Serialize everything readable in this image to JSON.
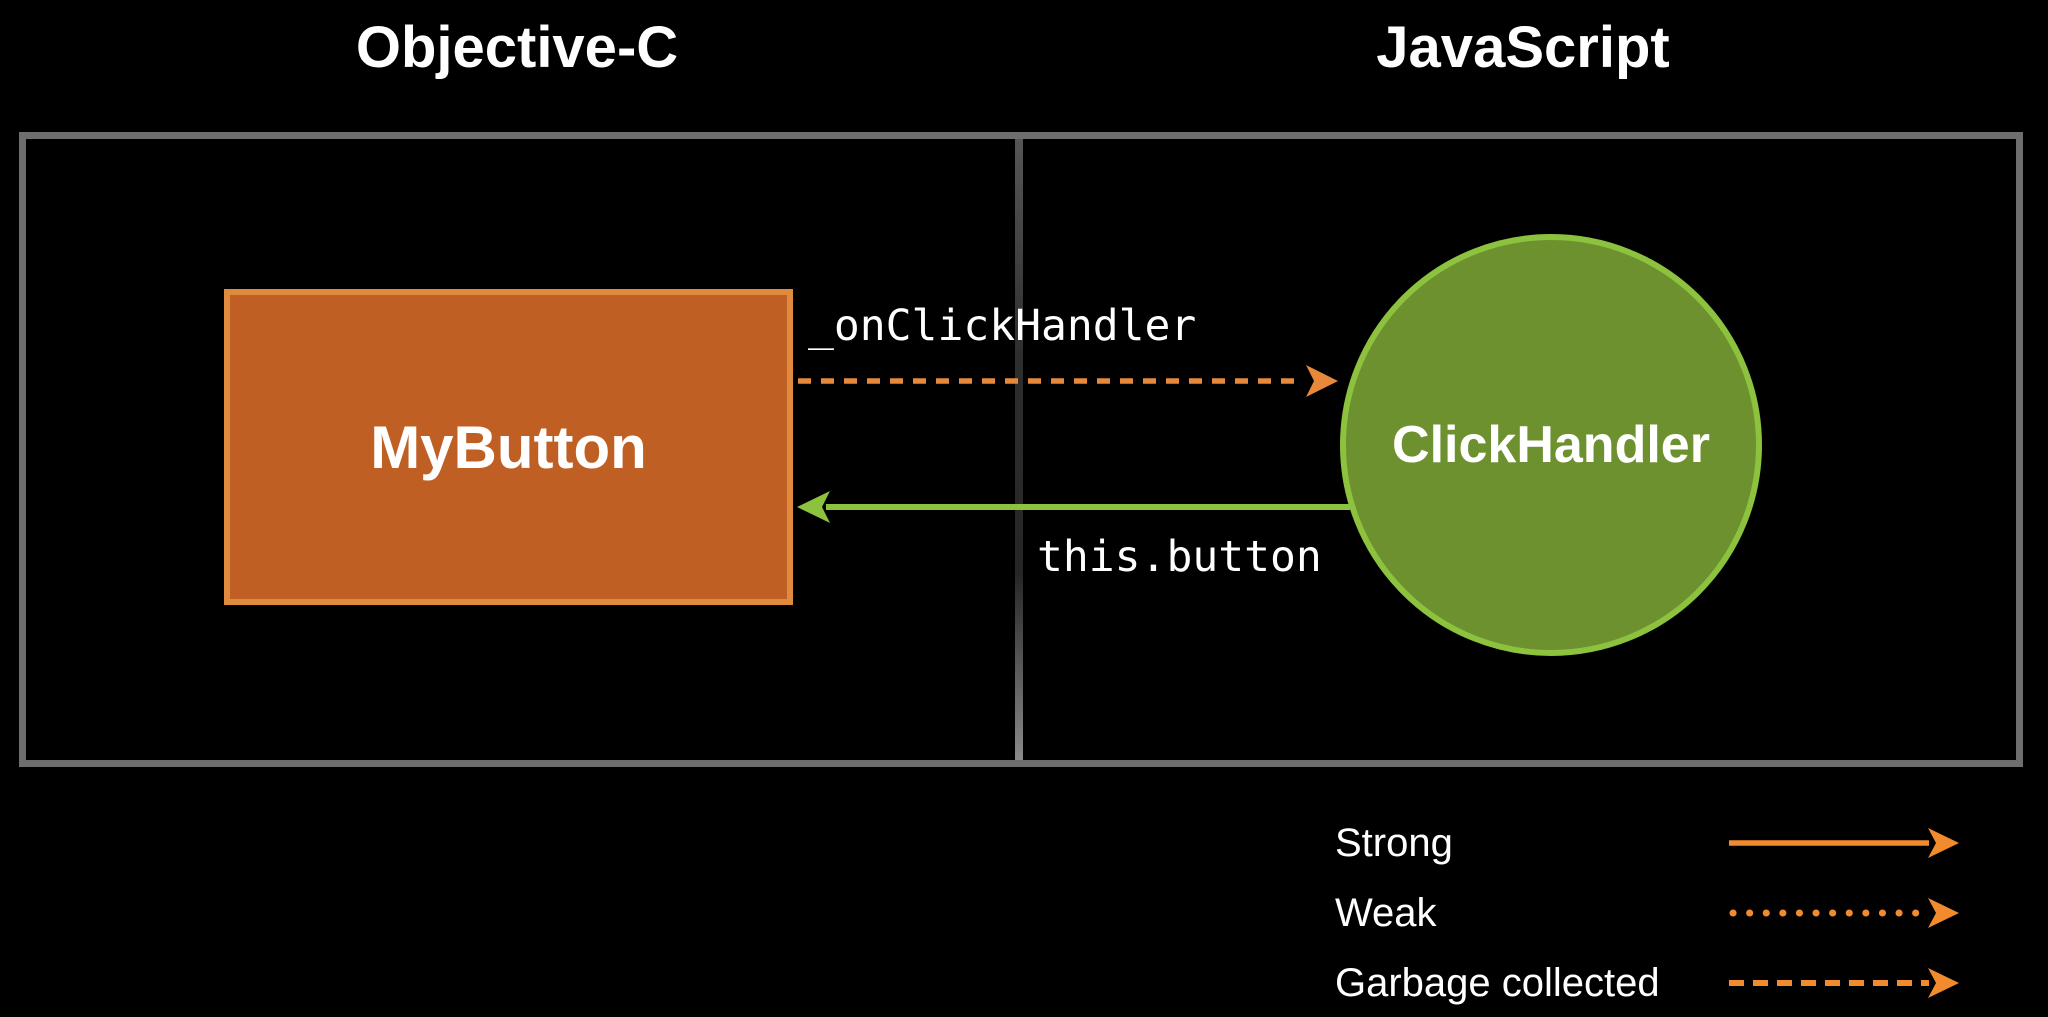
{
  "titles": {
    "left": "Objective-C",
    "right": "JavaScript"
  },
  "diagram": {
    "button_node": {
      "label": "MyButton"
    },
    "handler_node": {
      "label": "ClickHandler"
    },
    "onclick_edge": {
      "label": "_onClickHandler",
      "style": "dashed-orange-arrow",
      "direction": "MyButton to ClickHandler"
    },
    "button_edge": {
      "label": "this.button",
      "style": "solid-green-arrow",
      "direction": "ClickHandler to MyButton"
    }
  },
  "legend": {
    "items": [
      {
        "label": "Strong",
        "style": "solid-orange-arrow"
      },
      {
        "label": "Weak",
        "style": "dotted-orange-arrow"
      },
      {
        "label": "Garbage collected",
        "style": "dashed-orange-arrow"
      }
    ]
  },
  "colors": {
    "background": "#000000",
    "text": "#ffffff",
    "panel-border": "#6e6e6e",
    "divider": "#3c3c3c",
    "button-fill": "#c05f24",
    "button-border": "#e08a3e",
    "circle-fill": "#6e9130",
    "circle-border": "#8cc23e",
    "green-arrow": "#8cc23e",
    "orange-arrow": "#e8883a",
    "legend-orange": "#f28b2e"
  }
}
